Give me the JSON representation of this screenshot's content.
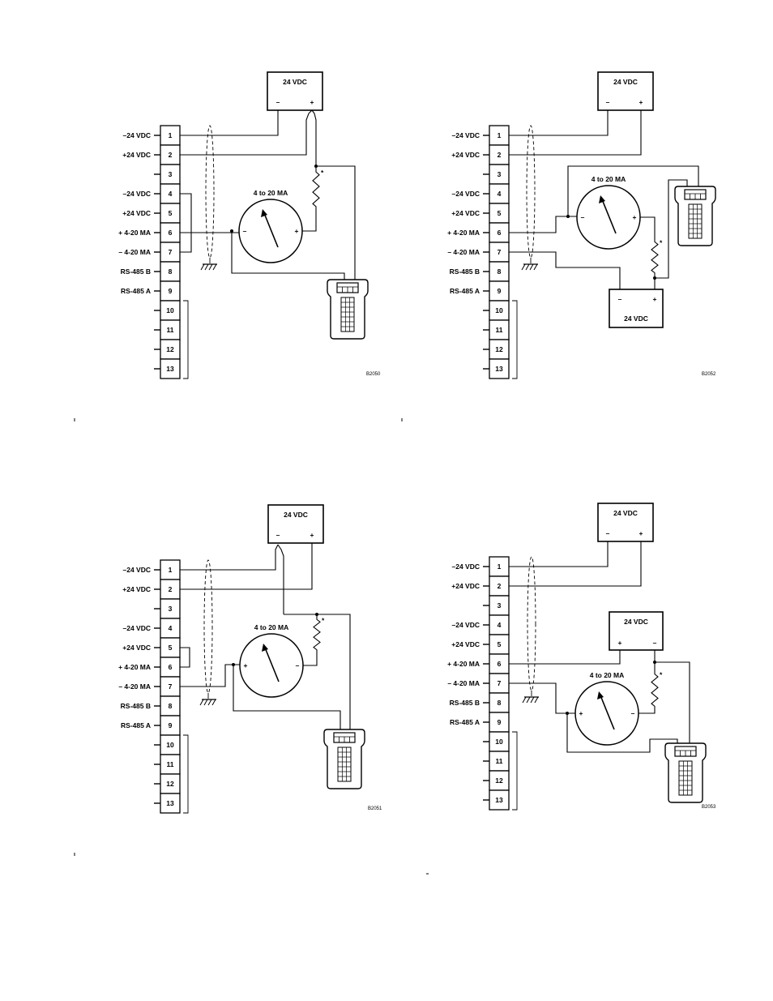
{
  "diagrams": [
    {
      "id": "B2050",
      "terminal_labels": [
        "–24 VDC",
        "+24 VDC",
        "",
        "–24 VDC",
        "+24 VDC",
        "+ 4-20 MA",
        "– 4-20 MA",
        "RS-485 B",
        "RS-485 A",
        "",
        "",
        "",
        ""
      ],
      "terminal_numbers": [
        "1",
        "2",
        "3",
        "4",
        "5",
        "6",
        "7",
        "8",
        "9",
        "10",
        "11",
        "12",
        "13"
      ],
      "supply_label": "24 VDC",
      "supply_minus": "–",
      "supply_plus": "+",
      "meter_label": "4 to 20 MA",
      "meter_left_sign": "–",
      "meter_right_sign": "+",
      "resistor_mark": "*",
      "figure_code": "B2050"
    },
    {
      "id": "B2052",
      "terminal_labels": [
        "–24 VDC",
        "+24 VDC",
        "",
        "–24 VDC",
        "+24 VDC",
        "+ 4-20 MA",
        "– 4-20 MA",
        "RS-485 B",
        "RS-485 A",
        "",
        "",
        "",
        ""
      ],
      "terminal_numbers": [
        "1",
        "2",
        "3",
        "4",
        "5",
        "6",
        "7",
        "8",
        "9",
        "10",
        "11",
        "12",
        "13"
      ],
      "supply_label": "24 VDC",
      "supply_minus": "–",
      "supply_plus": "+",
      "supply2_label": "24 VDC",
      "supply2_minus": "–",
      "supply2_plus": "+",
      "meter_label": "4 to 20 MA",
      "meter_left_sign": "–",
      "meter_right_sign": "+",
      "resistor_mark": "*",
      "figure_code": "B2052"
    },
    {
      "id": "B2051",
      "terminal_labels": [
        "–24 VDC",
        "+24 VDC",
        "",
        "–24 VDC",
        "+24 VDC",
        "+ 4-20 MA",
        "– 4-20 MA",
        "RS-485 B",
        "RS-485 A",
        "",
        "",
        "",
        ""
      ],
      "terminal_numbers": [
        "1",
        "2",
        "3",
        "4",
        "5",
        "6",
        "7",
        "8",
        "9",
        "10",
        "11",
        "12",
        "13"
      ],
      "supply_label": "24 VDC",
      "supply_minus": "–",
      "supply_plus": "+",
      "meter_label": "4 to 20 MA",
      "meter_left_sign": "+",
      "meter_right_sign": "–",
      "resistor_mark": "*",
      "figure_code": "B2051"
    },
    {
      "id": "B2053",
      "terminal_labels": [
        "–24 VDC",
        "+24 VDC",
        "",
        "–24 VDC",
        "+24 VDC",
        "+ 4-20 MA",
        "– 4-20 MA",
        "RS-485 B",
        "RS-485 A",
        "",
        "",
        "",
        ""
      ],
      "terminal_numbers": [
        "1",
        "2",
        "3",
        "4",
        "5",
        "6",
        "7",
        "8",
        "9",
        "10",
        "11",
        "12",
        "13"
      ],
      "supply_label": "24 VDC",
      "supply_minus": "–",
      "supply_plus": "+",
      "supply2_label": "24 VDC",
      "supply2_minus": "+",
      "supply2_plus": "–",
      "meter_label": "4 to 20 MA",
      "meter_left_sign": "+",
      "meter_right_sign": "–",
      "resistor_mark": "*",
      "figure_code": "B2053"
    }
  ]
}
